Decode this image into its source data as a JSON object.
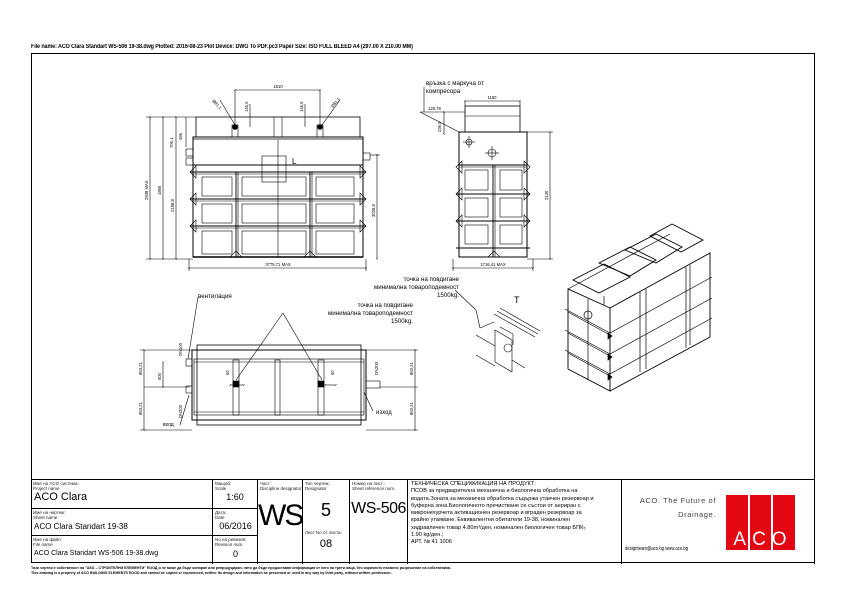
{
  "header": {
    "text": "File name: ACO Clara Standart WS-506 19-38.dwg    Plotted: 2016-08-23   Plot Device: DWG To PDF.pc3   Paper Size: ISO FULL BLEED A4 (297.00 X 210.00 MM)"
  },
  "views": {
    "front": {
      "dims": {
        "top_width": "1810",
        "lid_left": "146,5",
        "lid_right": "146,5",
        "diam_left": "Ø81,1",
        "diam_right": "Ø81,1",
        "h_706": "706,1",
        "h_486": "486",
        "total_max": "2938 MAX",
        "h_1866": "1866",
        "h_2188": "2188,8",
        "h_3038": "3038,8",
        "width_max": "3775,71 MAX",
        "marker": "L"
      }
    },
    "side": {
      "dims": {
        "lid": "1150",
        "off": "128,78",
        "h_236": "236,5",
        "height": "2130",
        "width_max": "1716,41 MAX"
      },
      "callout": [
        "връзка с маркуча от",
        "компресора"
      ]
    },
    "plan": {
      "dims": {
        "half_top_left": "863,21",
        "half_bot_left": "863,21",
        "half_top_right": "863,21",
        "half_bot_right": "863,21",
        "d500": "500",
        "d50a": "50",
        "d50b": "50",
        "dn_vent": "DN100",
        "dn_in": "DN200",
        "dn_out": "DN200"
      },
      "labels": {
        "ventilation": "вентилация",
        "inlet": "вход",
        "outlet": "изход"
      }
    },
    "lifting_callout_1": [
      "точка на повдигане",
      "минимална товароподемност",
      "1500kg."
    ],
    "lifting_callout_2": [
      "точка на повдигане",
      "минимална товароподемност",
      "1500kg."
    ],
    "detail_marker": "T"
  },
  "title_block": {
    "project": {
      "label_bg": "Име на ACO система:",
      "label_en": "Project name",
      "value": "ACO Clara"
    },
    "sheet": {
      "label_bg": "Име на чертеж:",
      "label_en": "Sheet name",
      "value": "ACO Clara Standart 19-38"
    },
    "file": {
      "label_bg": "Име на файл:",
      "label_en": "File name",
      "value": "ACO Clara Standart WS-506 19-38.dwg"
    },
    "scale": {
      "label_bg": "Мащаб:",
      "label_en": "Scale",
      "value": "1:60"
    },
    "date": {
      "label_bg": "Дата:",
      "label_en": "Date",
      "value": "06/2016"
    },
    "revision": {
      "label_bg": "No на ревизия:",
      "label_en": "Revision num.",
      "value": "0"
    },
    "discipline": {
      "label_bg": "Част :",
      "label_en": "Discipline designator",
      "value": "WS"
    },
    "designator": {
      "label_bg": "Тип чертеж:",
      "label_en": "Designator",
      "value": "5",
      "sheet_label": "Лист No от листа:",
      "sheet_value": "08"
    },
    "sheet_ref": {
      "label_bg": "Номер на лист :",
      "label_en": "Sheet reference num.",
      "value": "WS-506"
    },
    "spec": {
      "title": "ТЕХНИЧЕСКА СПЕЦИФИКАЦИЯ НА ПРОДУКТ:",
      "lines": [
        "ПСОВ за предварителна механична и биологична обработка на",
        "водата.Зоната за механична обработка съдържа утаечен резервоар и",
        "буферна зона.Биологичното пречистване се състои от аериран с",
        "микронехурчета активационен резервоар и вграден резервоар за",
        "крайно утаяване. Еквивалентни обитатели 19-38, номинален",
        "хидравличен товар 4.80m³/ден, номинален биологичен товар БПК₅",
        "1.90 kg/ден.;",
        "АРТ. № 41 1006"
      ]
    },
    "brand": {
      "slogan_line1": "ACO. The Future of",
      "slogan_line2": "Drainage.",
      "contact": "designteam@aco.bg  www.aco.bg",
      "logo_text": "ACO",
      "logo_color": "#E30613"
    }
  },
  "footer": {
    "line1": "Тази чертеж е собственост на \"АКО – СТРОИТЕЛНИ ЕЛЕМЕНТИ\" ЕООД и не може да бъде копиран или репродуциран, нито да бъде предоставян информация от него на трети лица, без изричното писмено разрешение на собственика.",
    "line2": "This drawing is a property of ACO BUILDING ELEMENTS EOOD and cannot be copied or reproduced, neither its design and information be presented or used in any way by third party, without written permission."
  }
}
